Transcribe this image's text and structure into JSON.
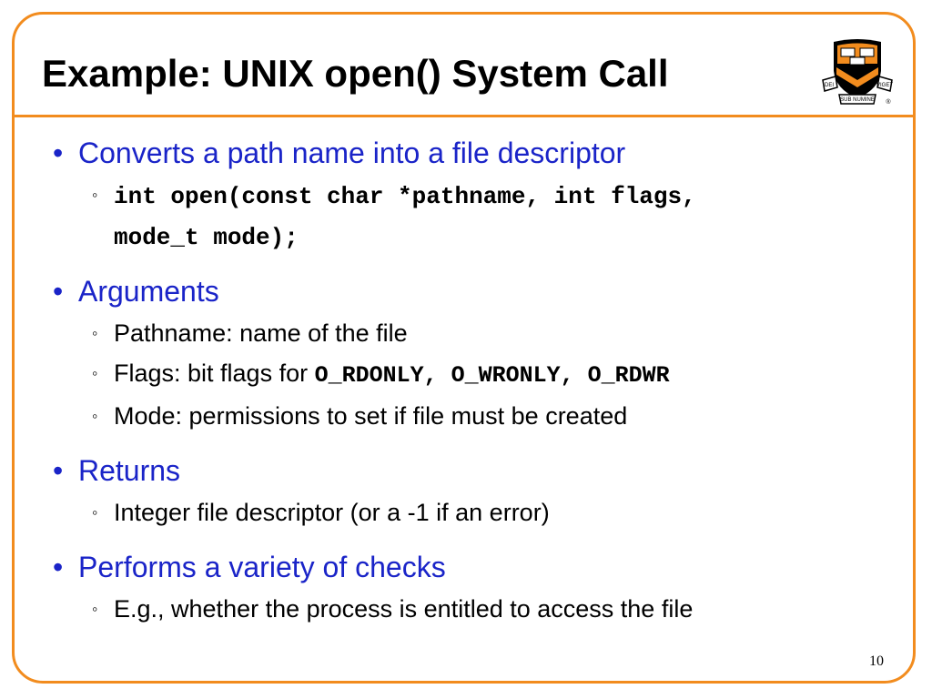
{
  "slide": {
    "title": "Example: UNIX open() System Call",
    "page_number": "10",
    "accent_color": "#F28C1E",
    "bullet_color": "#1A24C8",
    "logo": {
      "icon": "princeton-shield-icon",
      "left_banner": "DEI",
      "right_banner": "VIGET",
      "bottom_banner": "SUB NUMINE",
      "mark": "®"
    },
    "bullets": [
      {
        "label": "Converts a path name into a file descriptor",
        "subs": [
          {
            "code_line1": "int open(const char *pathname, int flags,",
            "code_line2": "mode_t mode);"
          }
        ]
      },
      {
        "label": "Arguments",
        "subs": [
          {
            "text": "Pathname: name of the file"
          },
          {
            "text": "Flags: bit flags for ",
            "code": "O_RDONLY, O_WRONLY, O_RDWR"
          },
          {
            "text": "Mode: permissions to set if file must be created"
          }
        ]
      },
      {
        "label": "Returns",
        "subs": [
          {
            "text": "Integer file descriptor (or a -1 if an error)"
          }
        ]
      },
      {
        "label": "Performs a variety of checks",
        "subs": [
          {
            "text": "E.g., whether the process is entitled to access the file"
          }
        ]
      }
    ]
  }
}
